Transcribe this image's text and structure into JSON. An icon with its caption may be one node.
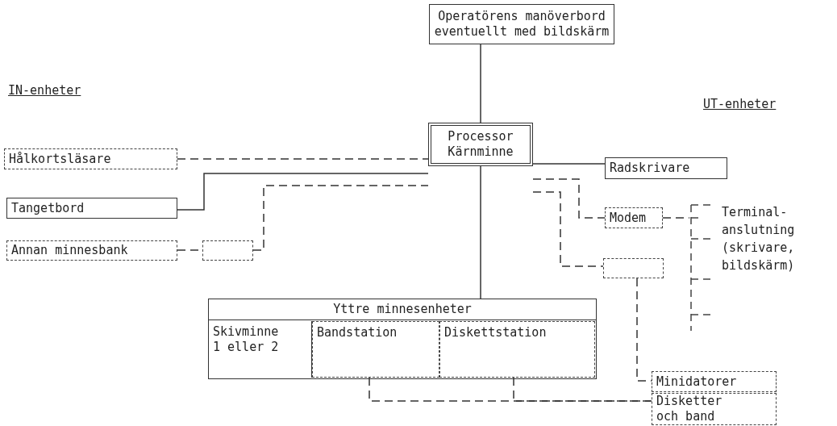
{
  "diagram": {
    "nodes": [
      {
        "text": [
          "Operatörens manöverbord eventuellt med bildskärm"
        ]
      },
      {
        "text": [
          "Processor Kärnminne"
        ]
      },
      {
        "text": [
          "Hålkortsläsare"
        ]
      },
      {
        "text": [
          "Tangetbord"
        ]
      },
      {
        "text": [
          "Annan minnesbank"
        ]
      },
      {
        "text": [],
        "shape": "box"
      },
      {
        "text": [
          "Radskrivare"
        ]
      },
      {
        "text": [
          "Modem"
        ]
      },
      {
        "text": [],
        "shape": "box"
      },
      {
        "text": [
          "Terminal- anslutning (skrivare, bildskärm)"
        ]
      },
      {
        "text": [
          "Yttre minnesenheter"
        ]
      },
      {
        "text": [
          "Skivminne 1 eller 2"
        ],
        "in": 10
      },
      {
        "text": [
          "Bandstation"
        ],
        "in": 10
      },
      {
        "text": [
          "Diskettstation"
        ],
        "in": 10
      },
      {
        "text": [
          "Minidatorer"
        ]
      },
      {
        "text": [
          "Disketter och band"
        ]
      }
    ],
    "edges": [
      {
        "from": 0,
        "to": 1,
        "arrow": "none"
      },
      {
        "from": 2,
        "to": 1,
        "arrow": "none",
        "style": "dashed"
      },
      {
        "from": 3,
        "to": 1,
        "arrow": "none"
      },
      {
        "from": 4,
        "to": 5,
        "arrow": "none",
        "style": "dashed"
      },
      {
        "from": 5,
        "to": 1,
        "arrow": "none",
        "style": "dashed"
      },
      {
        "from": 1,
        "to": 6,
        "arrow": "none"
      },
      {
        "from": 1,
        "to": 7,
        "arrow": "none",
        "style": "dashed"
      },
      {
        "from": 1,
        "to": 8,
        "arrow": "none",
        "style": "dashed"
      },
      {
        "from": 7,
        "to": 9,
        "arrow": "none",
        "style": "dashed"
      },
      {
        "from": 8,
        "to": 14,
        "arrow": "none",
        "style": "dashed"
      },
      {
        "from": 1,
        "to": 10,
        "arrow": "none"
      },
      {
        "from": 12,
        "to": 15,
        "arrow": "none",
        "style": "dashed"
      },
      {
        "from": 13,
        "to": 15,
        "arrow": "none",
        "style": "dashed"
      }
    ],
    "labels": [
      "IN-enheter",
      "UT-enheter"
    ]
  }
}
